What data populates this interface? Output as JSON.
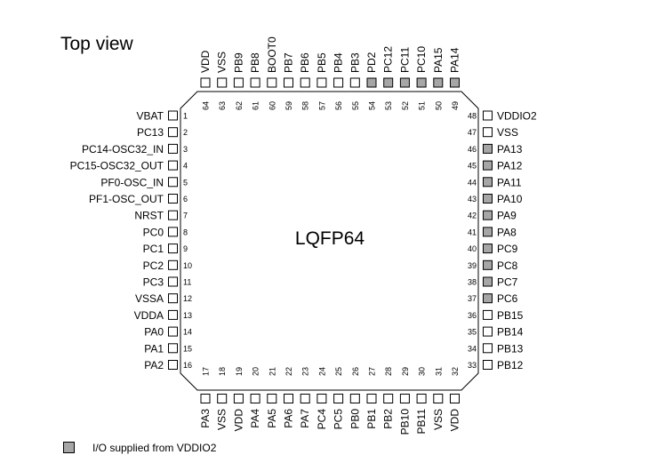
{
  "title": "Top view",
  "package_label": "LQFP64",
  "legend_label": "I/O supplied from VDDIO2",
  "colors": {
    "vddio2_fill": "#a6a6a6",
    "normal_fill": "#ffffff",
    "outline": "#000000"
  },
  "pins_left": [
    {
      "num": "1",
      "name": "VBAT",
      "vddio2": false
    },
    {
      "num": "2",
      "name": "PC13",
      "vddio2": false
    },
    {
      "num": "3",
      "name": "PC14-OSC32_IN",
      "vddio2": false
    },
    {
      "num": "4",
      "name": "PC15-OSC32_OUT",
      "vddio2": false
    },
    {
      "num": "5",
      "name": "PF0-OSC_IN",
      "vddio2": false
    },
    {
      "num": "6",
      "name": "PF1-OSC_OUT",
      "vddio2": false
    },
    {
      "num": "7",
      "name": "NRST",
      "vddio2": false
    },
    {
      "num": "8",
      "name": "PC0",
      "vddio2": false
    },
    {
      "num": "9",
      "name": "PC1",
      "vddio2": false
    },
    {
      "num": "10",
      "name": "PC2",
      "vddio2": false
    },
    {
      "num": "11",
      "name": "PC3",
      "vddio2": false
    },
    {
      "num": "12",
      "name": "VSSA",
      "vddio2": false
    },
    {
      "num": "13",
      "name": "VDDA",
      "vddio2": false
    },
    {
      "num": "14",
      "name": "PA0",
      "vddio2": false
    },
    {
      "num": "15",
      "name": "PA1",
      "vddio2": false
    },
    {
      "num": "16",
      "name": "PA2",
      "vddio2": false
    }
  ],
  "pins_right": [
    {
      "num": "48",
      "name": "VDDIO2",
      "vddio2": false
    },
    {
      "num": "47",
      "name": "VSS",
      "vddio2": false
    },
    {
      "num": "46",
      "name": "PA13",
      "vddio2": true
    },
    {
      "num": "45",
      "name": "PA12",
      "vddio2": true
    },
    {
      "num": "44",
      "name": "PA11",
      "vddio2": true
    },
    {
      "num": "43",
      "name": "PA10",
      "vddio2": true
    },
    {
      "num": "42",
      "name": "PA9",
      "vddio2": true
    },
    {
      "num": "41",
      "name": "PA8",
      "vddio2": true
    },
    {
      "num": "40",
      "name": "PC9",
      "vddio2": true
    },
    {
      "num": "39",
      "name": "PC8",
      "vddio2": true
    },
    {
      "num": "38",
      "name": "PC7",
      "vddio2": true
    },
    {
      "num": "37",
      "name": "PC6",
      "vddio2": true
    },
    {
      "num": "36",
      "name": "PB15",
      "vddio2": false
    },
    {
      "num": "35",
      "name": "PB14",
      "vddio2": false
    },
    {
      "num": "34",
      "name": "PB13",
      "vddio2": false
    },
    {
      "num": "33",
      "name": "PB12",
      "vddio2": false
    }
  ],
  "pins_top": [
    {
      "num": "64",
      "name": "VDD",
      "vddio2": false
    },
    {
      "num": "63",
      "name": "VSS",
      "vddio2": false
    },
    {
      "num": "62",
      "name": "PB9",
      "vddio2": false
    },
    {
      "num": "61",
      "name": "PB8",
      "vddio2": false
    },
    {
      "num": "60",
      "name": "BOOT0",
      "vddio2": false
    },
    {
      "num": "59",
      "name": "PB7",
      "vddio2": false
    },
    {
      "num": "58",
      "name": "PB6",
      "vddio2": false
    },
    {
      "num": "57",
      "name": "PB5",
      "vddio2": false
    },
    {
      "num": "56",
      "name": "PB4",
      "vddio2": false
    },
    {
      "num": "55",
      "name": "PB3",
      "vddio2": false
    },
    {
      "num": "54",
      "name": "PD2",
      "vddio2": true
    },
    {
      "num": "53",
      "name": "PC12",
      "vddio2": true
    },
    {
      "num": "52",
      "name": "PC11",
      "vddio2": true
    },
    {
      "num": "51",
      "name": "PC10",
      "vddio2": true
    },
    {
      "num": "50",
      "name": "PA15",
      "vddio2": true
    },
    {
      "num": "49",
      "name": "PA14",
      "vddio2": true
    }
  ],
  "pins_bottom": [
    {
      "num": "17",
      "name": "PA3",
      "vddio2": false
    },
    {
      "num": "18",
      "name": "VSS",
      "vddio2": false
    },
    {
      "num": "19",
      "name": "VDD",
      "vddio2": false
    },
    {
      "num": "20",
      "name": "PA4",
      "vddio2": false
    },
    {
      "num": "21",
      "name": "PA5",
      "vddio2": false
    },
    {
      "num": "22",
      "name": "PA6",
      "vddio2": false
    },
    {
      "num": "23",
      "name": "PA7",
      "vddio2": false
    },
    {
      "num": "24",
      "name": "PC4",
      "vddio2": false
    },
    {
      "num": "25",
      "name": "PC5",
      "vddio2": false
    },
    {
      "num": "26",
      "name": "PB0",
      "vddio2": false
    },
    {
      "num": "27",
      "name": "PB1",
      "vddio2": false
    },
    {
      "num": "28",
      "name": "PB2",
      "vddio2": false
    },
    {
      "num": "29",
      "name": "PB10",
      "vddio2": false
    },
    {
      "num": "30",
      "name": "PB11",
      "vddio2": false
    },
    {
      "num": "31",
      "name": "VSS",
      "vddio2": false
    },
    {
      "num": "32",
      "name": "VDD",
      "vddio2": false
    }
  ]
}
